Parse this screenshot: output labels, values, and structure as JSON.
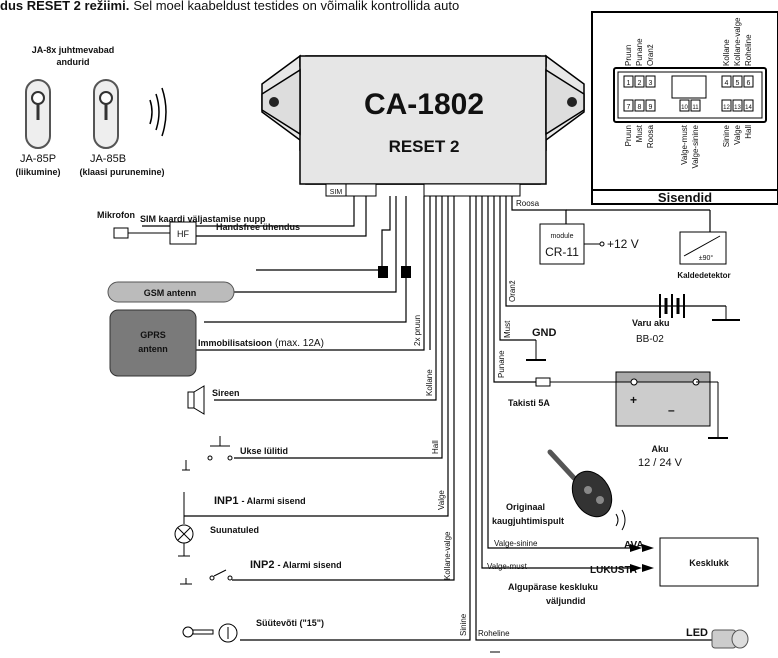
{
  "header": {
    "title": "dus RESET 2 režiimi.",
    "text": "Sel moel kaabeldust testides on võimalik kontrollida auto"
  },
  "main_unit": {
    "model": "CA-1802",
    "mode": "RESET 2",
    "sim_slot": "SIM"
  },
  "sensors": {
    "title": "JA-8x juhtmevabad andurid",
    "sensor1_model": "JA-85P",
    "sensor1_desc": "(liikumine)",
    "sensor2_model": "JA-85B",
    "sensor2_desc": "(klaasi purunemine)"
  },
  "connector": {
    "panel_label": "Sisendid",
    "top_left": [
      "Pruun",
      "Punane",
      "Oranž"
    ],
    "top_right": [
      "Kollane",
      "Kollane-valge",
      "Roheline"
    ],
    "bottom_left": [
      "Pruun",
      "Must",
      "Roosa"
    ],
    "bottom_mid": [
      "Valge-must",
      "Valge-sinine"
    ],
    "bottom_right": [
      "Sinine",
      "Valge",
      "Hall"
    ],
    "pins_top": [
      "1",
      "2",
      "3",
      "4",
      "5",
      "6"
    ],
    "pins_bottom": [
      "7",
      "8",
      "9",
      "10",
      "11",
      "12",
      "13",
      "14"
    ]
  },
  "left_side": {
    "sim_button": "SIM kaardi väljastamise nupp",
    "microphone": "Mikrofon",
    "hf_box": "HF",
    "handsfree": "Handsfree ühendus",
    "gsm_antenna": "GSM antenn",
    "gprs_antenna_line1": "GPRS",
    "gprs_antenna_line2": "antenn",
    "immobilizer": "Immobilisatsioon",
    "immobilizer_rating": "(max. 12A)",
    "wire_2x_brown": "2x pruun",
    "siren": "Sireen",
    "wire_yellow": "Kollane",
    "door_switches": "Ukse lülitid",
    "wire_grey": "Hall",
    "inp1_code": "INP1",
    "inp1_label": "Alarmi sisend",
    "wire_white": "Valge",
    "turn_lights": "Suunatuled",
    "inp2_code": "INP2",
    "inp2_label": "Alarmi sisend",
    "wire_yellow_white": "Kollane-valge",
    "ignition": "Süütevõti (\"15\")",
    "wire_blue": "Sinine"
  },
  "right_side": {
    "wire_pink": "Roosa",
    "module_caption": "module",
    "module_name": "CR-11",
    "plus12v": "+12 V",
    "tilt_angle": "±90°",
    "tilt_detector": "Kaldedetektor",
    "wire_orange": "Oranž",
    "backup_battery": "Varu aku",
    "backup_battery_model": "BB-02",
    "wire_black": "Must",
    "gnd": "GND",
    "wire_red": "Punane",
    "fuse": "Takisti 5A",
    "battery": "Aku",
    "battery_voltage": "12 / 24 V",
    "battery_plus": "+",
    "battery_minus": "–",
    "remote_line1": "Originaal",
    "remote_line2": "kaugjuhtimispult",
    "wire_white_blue": "Valge-sinine",
    "open": "AVA",
    "wire_white_black": "Valge-must",
    "lock": "LUKUSTA",
    "central_lock": "Kesklukk",
    "central_outputs_line1": "Algupärase keskluku",
    "central_outputs_line2": "väljundid",
    "wire_green": "Roheline",
    "led": "LED"
  }
}
